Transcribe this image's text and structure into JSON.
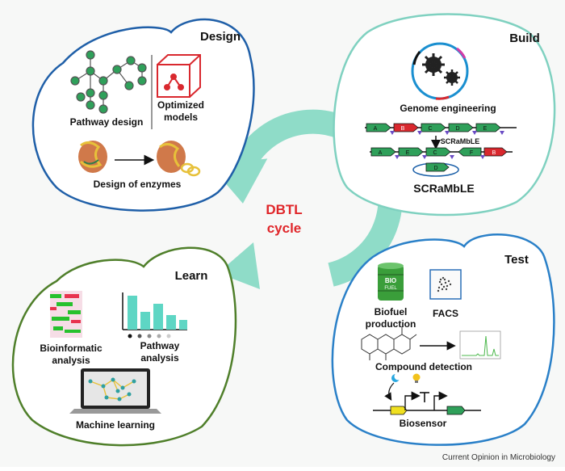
{
  "center": {
    "line1": "DBTL",
    "line2": "cycle"
  },
  "design": {
    "title": "Design",
    "pathway_label": "Pathway design",
    "model_label_line1": "Optimized",
    "model_label_line2": "models",
    "enzymes_label": "Design of enzymes"
  },
  "build": {
    "title": "Build",
    "genome_label": "Genome engineering",
    "scramble_small": "SCRaMbLE",
    "scramble_big": "SCRaMbLE",
    "gene_letters_row1": [
      "A",
      "B",
      "C",
      "D",
      "E"
    ],
    "gene_letters_row2": [
      "A",
      "E",
      "C",
      "F",
      "B"
    ],
    "gene_letter_loop": "D"
  },
  "learn": {
    "title": "Learn",
    "bio_line1": "Bioinformatic",
    "bio_line2": "analysis",
    "path_line1": "Pathway",
    "path_line2": "analysis",
    "ml_label": "Machine learning"
  },
  "test": {
    "title": "Test",
    "biofuel_line1": "Biofuel",
    "biofuel_line2": "production",
    "barrel_text1": "BIO",
    "barrel_text2": "FUEL",
    "facs_label": "FACS",
    "compound_label": "Compound detection",
    "biosensor_label": "Biosensor"
  },
  "credit": "Current Opinion in Microbiology",
  "colors": {
    "design_border": "#1f5fa8",
    "build_border": "#7fd1c0",
    "learn_border": "#4f7f2a",
    "test_border": "#2a80c8",
    "cycle_arrow": "#8fdcc8",
    "cycle_text": "#e0262a",
    "node_green": "#2fa05a",
    "model_red": "#d9282e"
  },
  "icons": [
    "pathway-graph-icon",
    "model-cube-icon",
    "protein-icon",
    "gears-icon",
    "dna-plasmid-icon",
    "heatmap-icon",
    "bar-chart-icon",
    "laptop-network-icon",
    "barrel-icon",
    "scatter-plot-icon",
    "molecule-icon",
    "chromatogram-icon",
    "moon-icon",
    "bulb-icon"
  ]
}
